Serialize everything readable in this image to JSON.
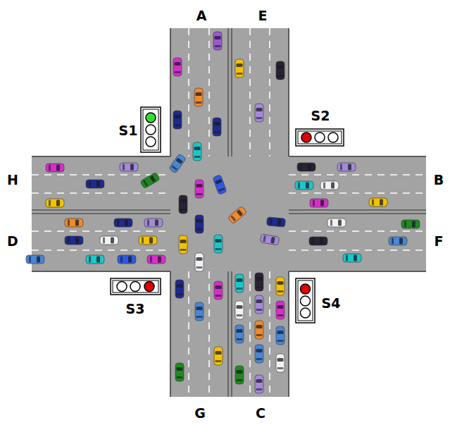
{
  "diagram": {
    "labels": [
      "A",
      "E",
      "B",
      "F",
      "C",
      "G",
      "D",
      "H",
      "S1",
      "S2",
      "S3",
      "S4"
    ]
  }
}
